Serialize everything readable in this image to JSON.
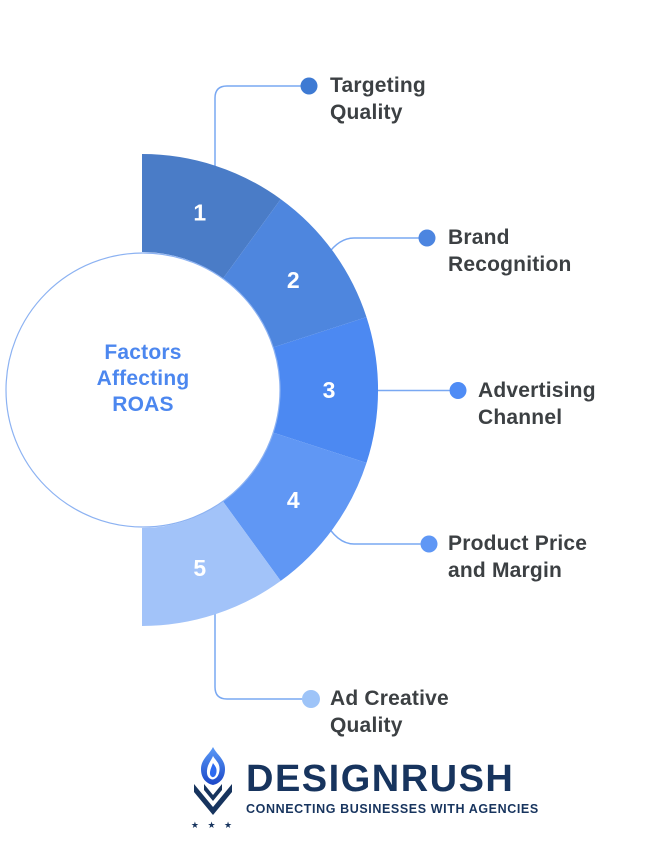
{
  "chart": {
    "type": "half-donut",
    "center_title_lines": [
      "Factors",
      "Affecting",
      "ROAS"
    ],
    "center_title_color": "#4c87ef",
    "connector_color": "#79a8f2",
    "circle_border_color": "#8cb2f2",
    "number_text_color": "#ffffff",
    "label_text_color": "#3c4043",
    "segments": [
      {
        "number": "1",
        "color": "#4a7cc7",
        "dot_color": "#3e7ad3",
        "label_line1": "Targeting",
        "label_line2": "Quality"
      },
      {
        "number": "2",
        "color": "#4e86de",
        "dot_color": "#4c85e0",
        "label_line1": "Brand",
        "label_line2": "Recognition"
      },
      {
        "number": "3",
        "color": "#4c89f2",
        "dot_color": "#4f8cf5",
        "label_line1": "Advertising",
        "label_line2": "Channel"
      },
      {
        "number": "4",
        "color": "#6097f4",
        "dot_color": "#5f97f5",
        "label_line1": "Product Price",
        "label_line2": "and Margin"
      },
      {
        "number": "5",
        "color": "#a2c3f9",
        "dot_color": "#9ec4f8",
        "label_line1": "Ad Creative",
        "label_line2": "Quality"
      }
    ]
  },
  "chart_data": {
    "type": "pie",
    "subtype": "half-donut",
    "title": "Factors Affecting ROAS",
    "categories": [
      "Targeting Quality",
      "Brand Recognition",
      "Advertising Channel",
      "Product Price and Margin",
      "Ad Creative Quality"
    ],
    "values": [
      20,
      20,
      20,
      20,
      20
    ],
    "legend_position": "callouts-right"
  },
  "logo": {
    "name": "DESIGNRUSH",
    "tagline": "CONNECTING BUSINESSES WITH AGENCIES",
    "color": "#17345e",
    "stars": "★ ★ ★"
  }
}
